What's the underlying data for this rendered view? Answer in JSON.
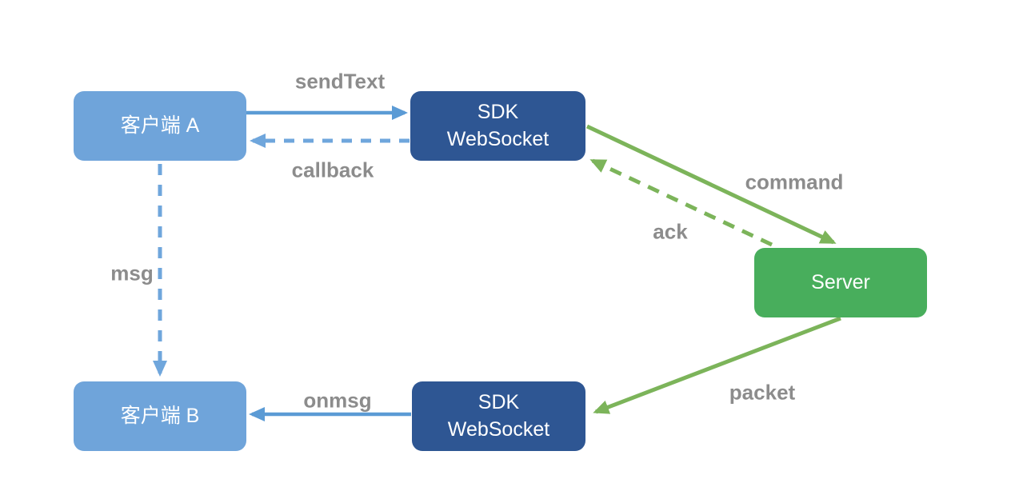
{
  "diagram": {
    "background": "#FFFFFF",
    "label_color": "#8C8C8C",
    "nodes": {
      "client_a": {
        "label": "客户端 A",
        "color": "#6FA4DA"
      },
      "sdk_top": {
        "line1": "SDK",
        "line2": "WebSocket",
        "color": "#2E5693"
      },
      "server": {
        "label": "Server",
        "color": "#48AE5C"
      },
      "client_b": {
        "label": "客户端 B",
        "color": "#6FA4DA"
      },
      "sdk_bottom": {
        "line1": "SDK",
        "line2": "WebSocket",
        "color": "#2E5693"
      }
    },
    "edges": {
      "send_text": {
        "label": "sendText",
        "from": "client_a",
        "to": "sdk_top",
        "style": "solid",
        "color": "#5B9BD5"
      },
      "callback": {
        "label": "callback",
        "from": "sdk_top",
        "to": "client_a",
        "style": "dashed",
        "color": "#6FA6DC"
      },
      "command": {
        "label": "command",
        "from": "sdk_top",
        "to": "server",
        "style": "solid",
        "color": "#7CB45A"
      },
      "ack": {
        "label": "ack",
        "from": "server",
        "to": "sdk_top",
        "style": "dashed",
        "color": "#7CB45A"
      },
      "msg": {
        "label": "msg",
        "from": "client_a",
        "to": "client_b",
        "style": "dashed",
        "color": "#6FA6DC"
      },
      "packet": {
        "label": "packet",
        "from": "server",
        "to": "sdk_bottom",
        "style": "solid",
        "color": "#7CB45A"
      },
      "onmsg": {
        "label": "onmsg",
        "from": "sdk_bottom",
        "to": "client_b",
        "style": "solid",
        "color": "#5B9BD5"
      }
    }
  }
}
